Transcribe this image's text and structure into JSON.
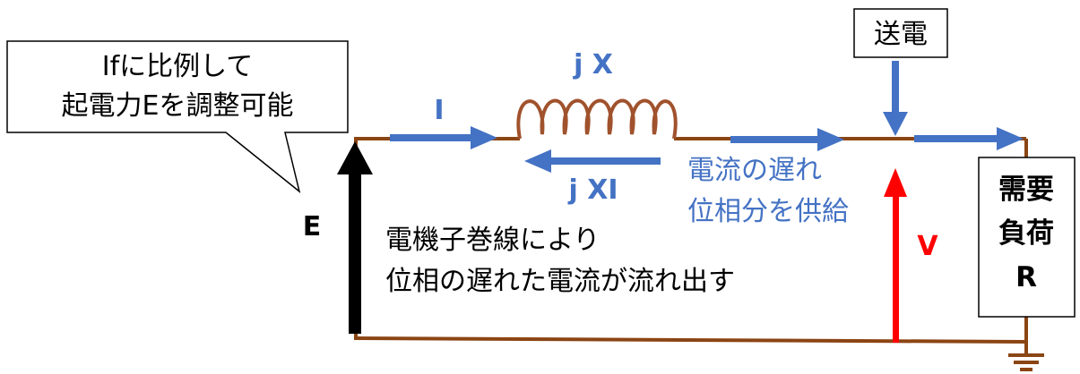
{
  "callout": {
    "line1": "Ifに比例して",
    "line2": "起電力Eを調整可能"
  },
  "labels": {
    "current_I": "I",
    "reactance": "j X",
    "voltage_drop": "j XI",
    "emf": "E",
    "voltage": "V"
  },
  "transmission": {
    "label": "送電"
  },
  "lag_supply": {
    "line1": "電流の遅れ",
    "line2": "位相分を供給"
  },
  "armature_note": {
    "line1": "電機子巻線により",
    "line2": "位相の遅れた電流が流れ出す"
  },
  "load": {
    "line1": "需要",
    "line2": "負荷",
    "line3": "R"
  },
  "colors": {
    "wire": "#8b4513",
    "blue_arrow": "#4472c4",
    "red_arrow": "#ff0000",
    "black_arrow": "#000000"
  }
}
